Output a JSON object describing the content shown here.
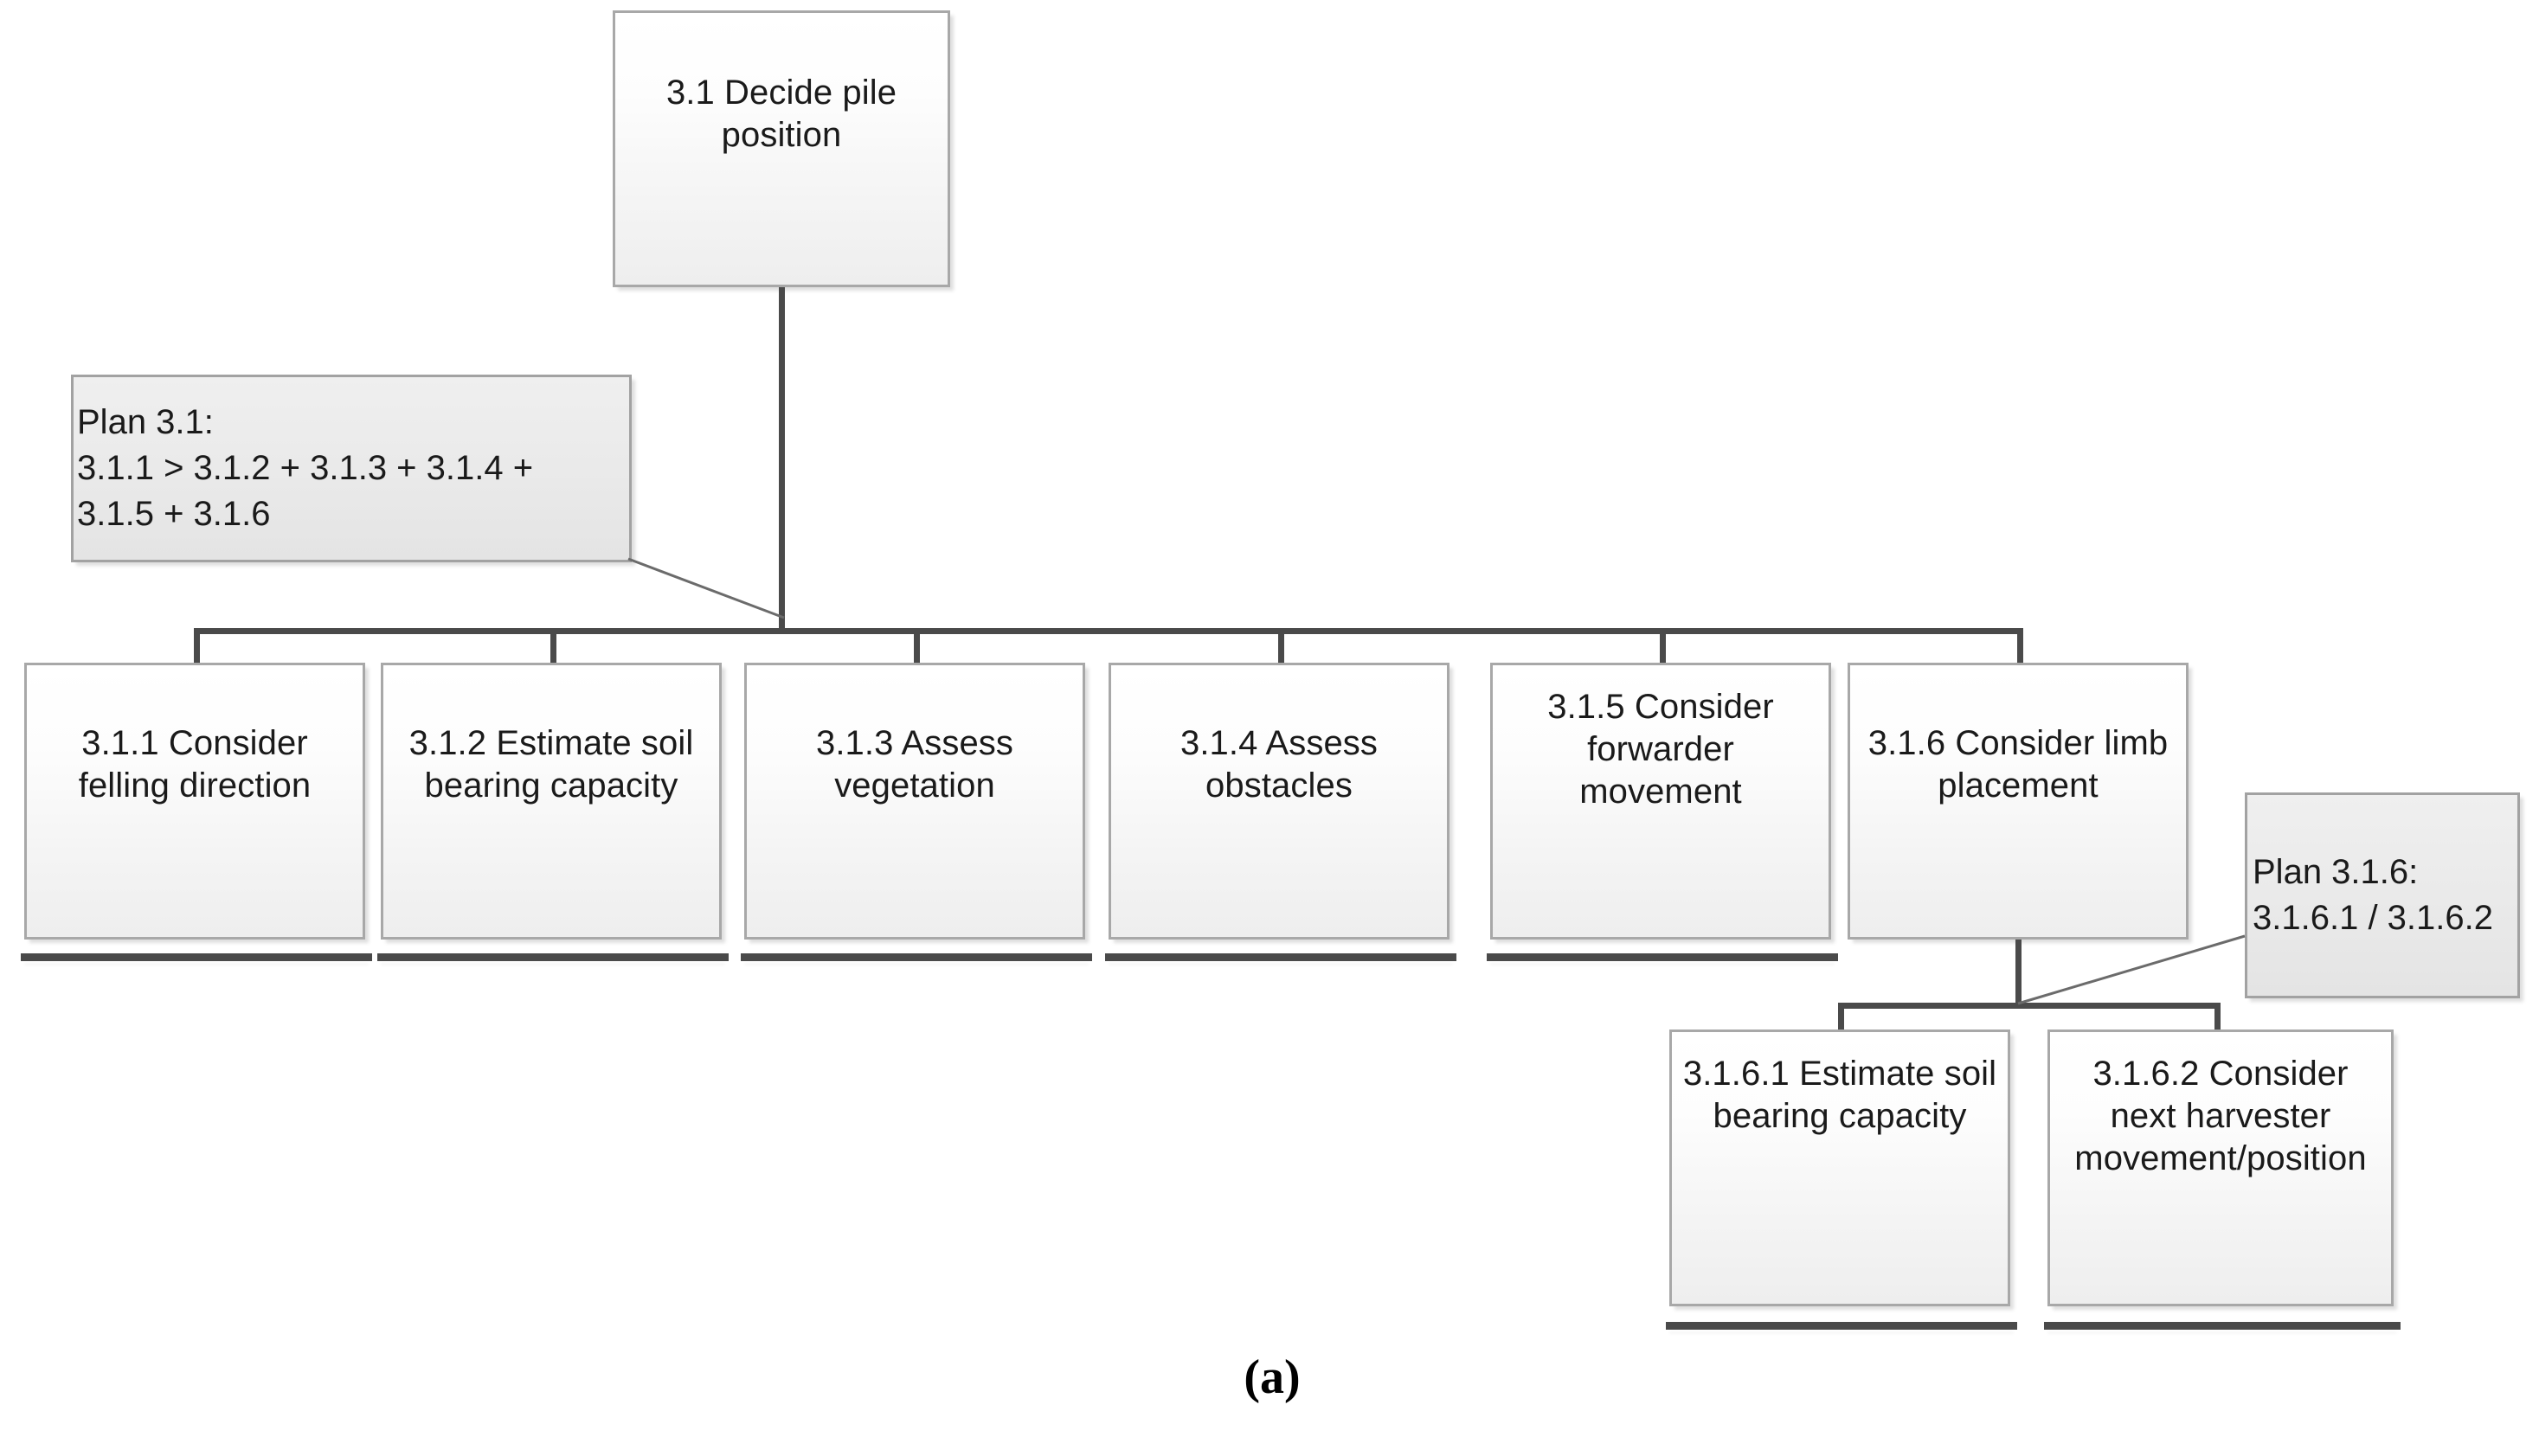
{
  "figure": {
    "caption": "(a)",
    "type": "hierarchical-task-analysis-diagram"
  },
  "root_task": {
    "id": "3.1",
    "label": "3.1 Decide pile position",
    "terminal": false
  },
  "plans": [
    {
      "name": "plan-3-1",
      "lines": [
        "Plan 3.1:",
        "3.1.1 > 3.1.2 + 3.1.3 + 3.1.4 +",
        "3.1.5 + 3.1.6"
      ]
    },
    {
      "name": "plan-3-1-6",
      "lines": [
        "Plan 3.1.6:",
        "3.1.6.1 / 3.1.6.2"
      ]
    }
  ],
  "subtasks": [
    {
      "id": "3.1.1",
      "label": "3.1.1 Consider felling direction",
      "terminal": true
    },
    {
      "id": "3.1.2",
      "label": "3.1.2 Estimate soil bearing capacity",
      "terminal": true
    },
    {
      "id": "3.1.3",
      "label": "3.1.3 Assess vegetation",
      "terminal": true
    },
    {
      "id": "3.1.4",
      "label": "3.1.4 Assess obstacles",
      "terminal": true
    },
    {
      "id": "3.1.5",
      "label": "3.1.5 Consider forwarder movement",
      "terminal": true
    },
    {
      "id": "3.1.6",
      "label": "3.1.6 Consider limb placement",
      "terminal": false
    }
  ],
  "sub_subtasks": [
    {
      "id": "3.1.6.1",
      "label": "3.1.6.1 Estimate soil bearing capacity",
      "terminal": true
    },
    {
      "id": "3.1.6.2",
      "label": "3.1.6.2 Consider next harvester movement/position",
      "terminal": true
    }
  ],
  "colors": {
    "box_border": "#a8a8a8",
    "connector": "#4a4a4a",
    "plan_fill": "#eaeaea",
    "text": "#1a1a1a",
    "background": "#ffffff"
  }
}
